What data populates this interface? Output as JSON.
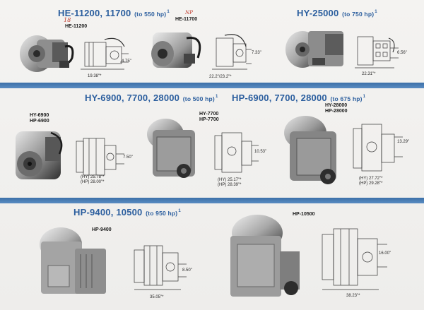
{
  "sections": {
    "top": {
      "left_heading": {
        "main": "HE-11200, 11700",
        "range": "(to 550 hp)",
        "sup": "1"
      },
      "right_heading": {
        "main": "HY-25000",
        "range": "(to 750 hp)",
        "sup": "1"
      }
    },
    "middle": {
      "left_heading": {
        "main": "HY-6900, 7700, 28000",
        "range": "(to 500 hp)",
        "sup": "1"
      },
      "right_heading": {
        "main": "HP-6900, 7700, 28000",
        "range": "(to 675 hp)",
        "sup": "1"
      }
    },
    "bottom": {
      "left_heading": {
        "main": "HP-9400, 10500",
        "range": "(to 950 hp)",
        "sup": "1"
      }
    }
  },
  "models": {
    "he11200": {
      "label": "HE-11200",
      "handnote": "18",
      "dim_height": "4.75\"",
      "dim_length": "19.38\"*"
    },
    "he11700": {
      "label": "HE-11700",
      "handnote": "NP",
      "dim_height": "7.33\"",
      "dim_length": "22.2\"/23.2\"*"
    },
    "hy25000": {
      "dim_height": "6.56\"",
      "dim_length": "22.31\"*"
    },
    "hy6900": {
      "label_1": "HY-6900",
      "label_2": "HP-6900",
      "dim_height": "7.50\"",
      "dim_length_1": "(HY) 25.78\"*",
      "dim_length_2": "(HP) 28.00\"*"
    },
    "hy7700": {
      "label_1": "HY-7700",
      "label_2": "HP-7700",
      "dim_height": "10.53\"",
      "dim_length_1": "(HY) 25.17\"*",
      "dim_length_2": "(HP) 28.39\"*"
    },
    "hy28000": {
      "label_1": "HY-28000",
      "label_2": "HP-28000",
      "dim_height": "13.29\"",
      "dim_length_1": "(HY) 27.72\"*",
      "dim_length_2": "(HP) 29.28\"*"
    },
    "hp9400": {
      "label": "HP-9400",
      "dim_height": "8.50\"",
      "dim_length": "35.05\"*"
    },
    "hp10500": {
      "label": "HP-10500",
      "dim_height": "16.00\"",
      "dim_length": "38.23\"*"
    }
  },
  "colors": {
    "accent": "#2b5e9e",
    "band": "#4a7fb8",
    "handwriting": "#c0392b"
  }
}
